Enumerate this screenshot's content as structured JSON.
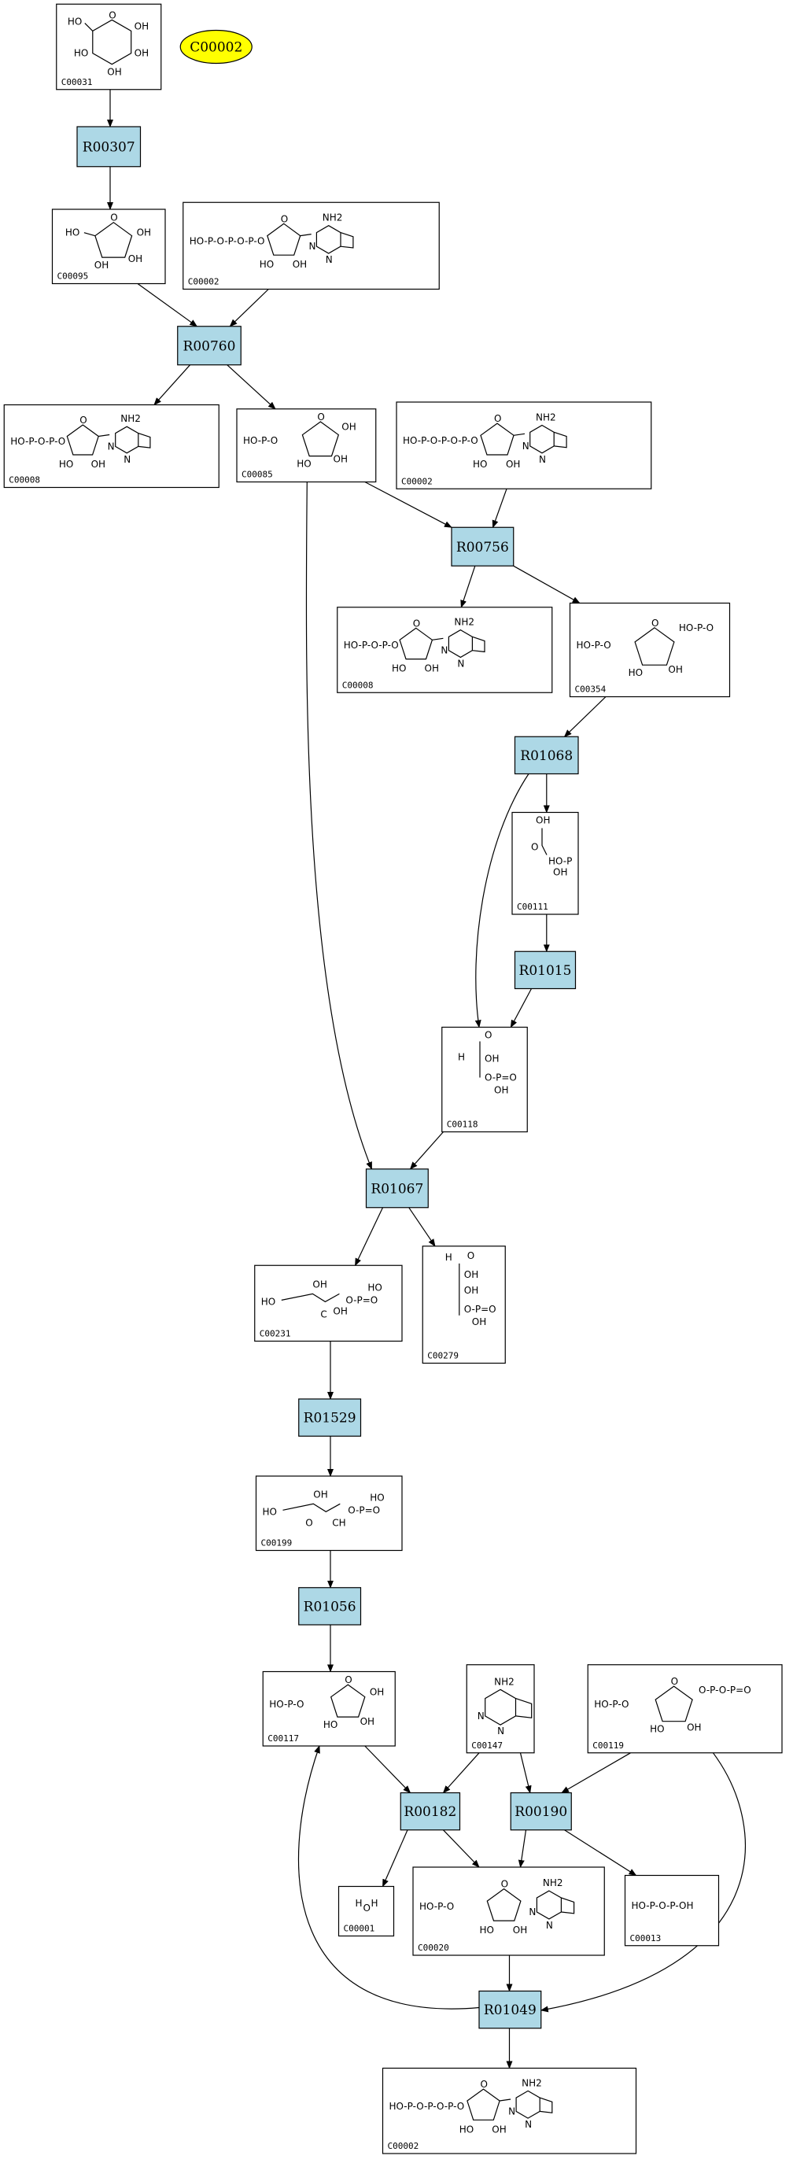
{
  "reactions": [
    {
      "id": "r00307",
      "label": "R00307"
    },
    {
      "id": "r00760",
      "label": "R00760"
    },
    {
      "id": "r00756",
      "label": "R00756"
    },
    {
      "id": "r01068",
      "label": "R01068"
    },
    {
      "id": "r01015",
      "label": "R01015"
    },
    {
      "id": "r01067",
      "label": "R01067"
    },
    {
      "id": "r01529",
      "label": "R01529"
    },
    {
      "id": "r01056",
      "label": "R01056"
    },
    {
      "id": "r00182",
      "label": "R00182"
    },
    {
      "id": "r00190",
      "label": "R00190"
    },
    {
      "id": "r01049",
      "label": "R01049"
    }
  ],
  "compounds": [
    {
      "id": "c00031",
      "label": "C00031",
      "mol": "pyranose"
    },
    {
      "id": "c00095",
      "label": "C00095",
      "mol": "furanose"
    },
    {
      "id": "c00002a",
      "label": "C00002",
      "mol": "atp"
    },
    {
      "id": "c00008a",
      "label": "C00008",
      "mol": "adp"
    },
    {
      "id": "c00085",
      "label": "C00085",
      "mol": "f6p"
    },
    {
      "id": "c00002b",
      "label": "C00002",
      "mol": "atp"
    },
    {
      "id": "c00008b",
      "label": "C00008",
      "mol": "adp"
    },
    {
      "id": "c00354",
      "label": "C00354",
      "mol": "fbp"
    },
    {
      "id": "c00111",
      "label": "C00111",
      "mol": "dhap"
    },
    {
      "id": "c00118",
      "label": "C00118",
      "mol": "gap"
    },
    {
      "id": "c00231",
      "label": "C00231",
      "mol": "xu5p"
    },
    {
      "id": "c00279",
      "label": "C00279",
      "mol": "e4p"
    },
    {
      "id": "c00199",
      "label": "C00199",
      "mol": "ru5p"
    },
    {
      "id": "c00117",
      "label": "C00117",
      "mol": "r5p"
    },
    {
      "id": "c00147",
      "label": "C00147",
      "mol": "adenine"
    },
    {
      "id": "c00119",
      "label": "C00119",
      "mol": "prpp"
    },
    {
      "id": "c00001",
      "label": "C00001",
      "mol": "water"
    },
    {
      "id": "c00020",
      "label": "C00020",
      "mol": "amp"
    },
    {
      "id": "c00013",
      "label": "C00013",
      "mol": "ppi"
    },
    {
      "id": "c00002c",
      "label": "C00002",
      "mol": "atp"
    }
  ],
  "oval": {
    "id": "c00002-oval",
    "label": "C00002",
    "color": "#ffff00"
  },
  "atoms": {
    "ho": "HO",
    "oh": "OH",
    "o": "O",
    "p": "P",
    "p_eq_o": "P=O",
    "ho_p": "HO-P",
    "ho_p_o": "HO-P-O",
    "n": "N",
    "nh2": "NH2",
    "h": "H",
    "ch": "CH",
    "c": "C",
    "h2o_h": "H",
    "ho_p_o_p_o_p_o": "HO-P-O-P-O-P-O",
    "ho_p_o_p_o": "HO-P-O-P-O"
  },
  "colors": {
    "reaction_fill": "#add8e6",
    "oval_fill": "#ffff00"
  }
}
